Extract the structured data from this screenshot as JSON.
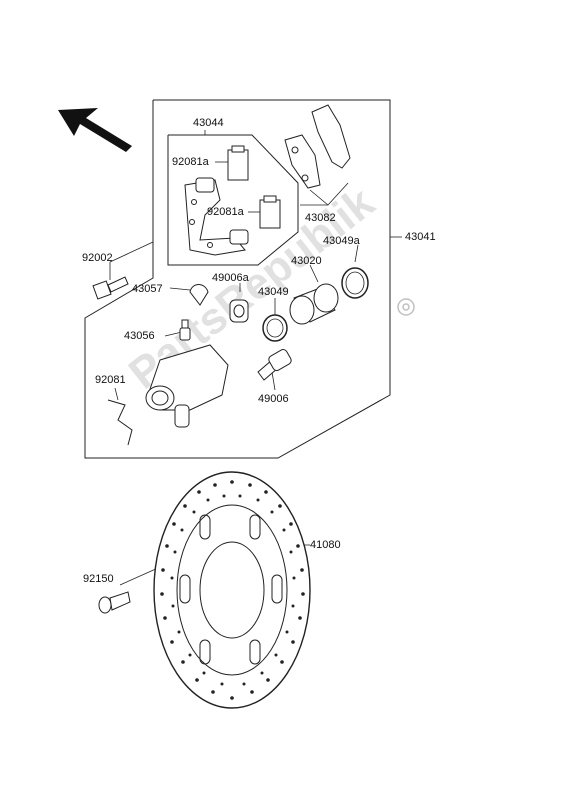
{
  "watermark": "PartsRepublik",
  "labels": {
    "p43044": "43044",
    "p92081a_1": "92081a",
    "p92081a_2": "92081a",
    "p43082": "43082",
    "p43041": "43041",
    "p43049a": "43049a",
    "p43020": "43020",
    "p92002": "92002",
    "p49006a": "49006a",
    "p43049": "43049",
    "p43057": "43057",
    "p43056": "43056",
    "p92081": "92081",
    "p49006": "49006",
    "p41080": "41080",
    "p92150": "92150"
  },
  "icons": {
    "direction_arrow": "arrow-up-left-icon",
    "logo": "gear-logo-icon"
  }
}
